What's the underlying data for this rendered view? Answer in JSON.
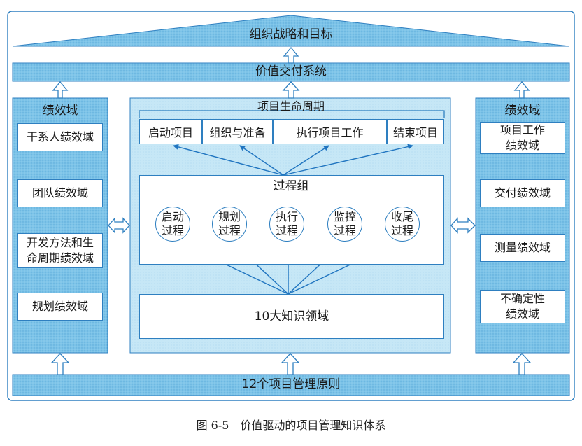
{
  "top": {
    "strategy": "组织战略和目标",
    "value_delivery": "价值交付系统"
  },
  "left_panel": {
    "title": "绩效域",
    "items": [
      "干系人绩效域",
      "团队绩效域",
      "开发方法和生\n命周期绩效域",
      "规划绩效域"
    ]
  },
  "right_panel": {
    "title": "绩效域",
    "items": [
      "项目工作\n绩效域",
      "交付绩效域",
      "测量绩效域",
      "不确定性\n绩效域"
    ]
  },
  "center": {
    "lifecycle_title": "项目生命周期",
    "phases": [
      "启动项目",
      "组织与准备",
      "执行项目工作",
      "结束项目"
    ],
    "process_group_title": "过程组",
    "processes": [
      "启动\n过程",
      "规划\n过程",
      "执行\n过程",
      "监控\n过程",
      "收尾\n过程"
    ],
    "knowledge": "10大知识领域"
  },
  "bottom": {
    "principles": "12个项目管理原则"
  },
  "caption": "图 6-5　价值驱动的项目管理知识体系",
  "colors": {
    "band": "#6db9e2",
    "panel": "#bfe3f4",
    "stroke": "#2e7fc0",
    "arrow": "#1f74c0"
  }
}
